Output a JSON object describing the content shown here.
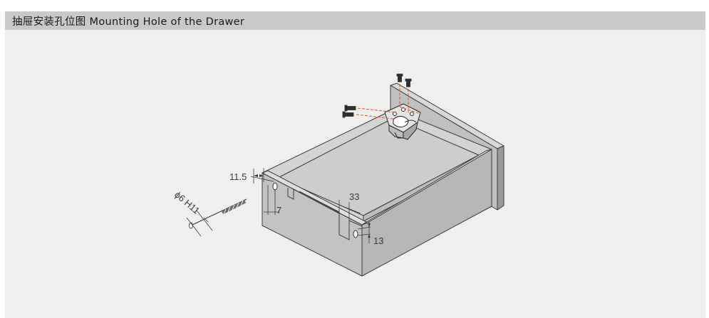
{
  "header": {
    "title": "抽屉安装孔位图 Mounting Hole of the Drawer"
  },
  "diagram": {
    "dimensions": {
      "front_offset": "11.5",
      "side_offset": "7",
      "notch_width": "33",
      "bottom_offset": "13",
      "drill_spec": "ϕ6 H11"
    },
    "colors": {
      "background": "#efefef",
      "header_bg": "#c9c9c9",
      "drawer_face": "#c6c6c6",
      "drawer_top": "#d6d6d6",
      "outline": "#3c3c3c",
      "screw_line": "#e0582a"
    }
  }
}
